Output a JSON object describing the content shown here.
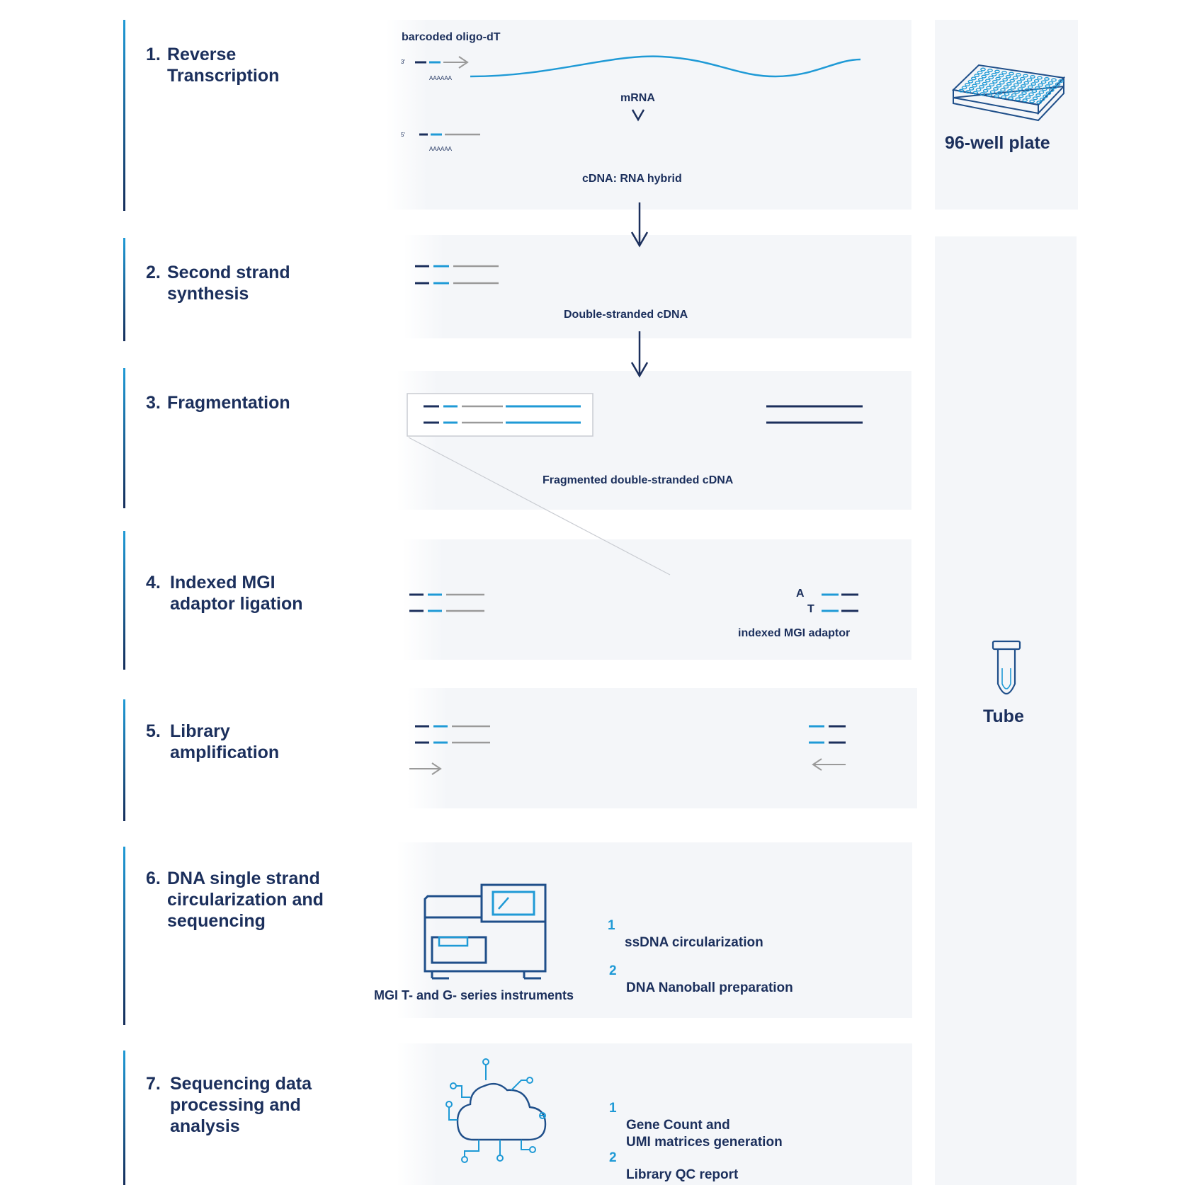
{
  "steps": [
    {
      "num": "1.",
      "title": "Reverse\nTranscription"
    },
    {
      "num": "2.",
      "title": "Second strand\nsynthesis"
    },
    {
      "num": "3.",
      "title": "Fragmentation"
    },
    {
      "num": "4.",
      "title": "Indexed MGI\nadaptor ligation"
    },
    {
      "num": "5.",
      "title": "Library\namplification"
    },
    {
      "num": "6.",
      "title": "DNA single strand\ncircularization and\nsequencing"
    },
    {
      "num": "7.",
      "title": "Sequencing data\nprocessing and\nanalysis"
    }
  ],
  "labels": {
    "oligo": "barcoded oligo-dT",
    "three_prime": "3'",
    "five_prime": "5'",
    "polyA_1": "AAAAAA",
    "polyA_2": "AAAAAA",
    "mrna": "mRNA",
    "hybrid": "cDNA: RNA hybrid",
    "ds_cdna": "Double-stranded cDNA",
    "fragmented": "Fragmented double-stranded cDNA",
    "base_a": "A",
    "base_t": "T",
    "adaptor": "indexed MGI adaptor",
    "instruments": "MGI T- and G- series instruments"
  },
  "step6_items": [
    {
      "n": "1",
      "text": "ssDNA circularization"
    },
    {
      "n": "2",
      "text": "DNA Nanoball preparation"
    }
  ],
  "step7_items": [
    {
      "n": "1",
      "text": "Gene Count and\nUMI matrices generation"
    },
    {
      "n": "2",
      "text": "Library QC report"
    }
  ],
  "side": {
    "plate": "96-well plate",
    "tube": "Tube"
  },
  "icons": [
    "96-well-plate-icon",
    "tube-icon",
    "sequencer-icon",
    "cloud-network-icon"
  ],
  "colors": {
    "navy": "#1b2f5c",
    "blue": "#1f9ad6",
    "gray": "#9a9a9a",
    "panel": "#f4f6f9"
  }
}
